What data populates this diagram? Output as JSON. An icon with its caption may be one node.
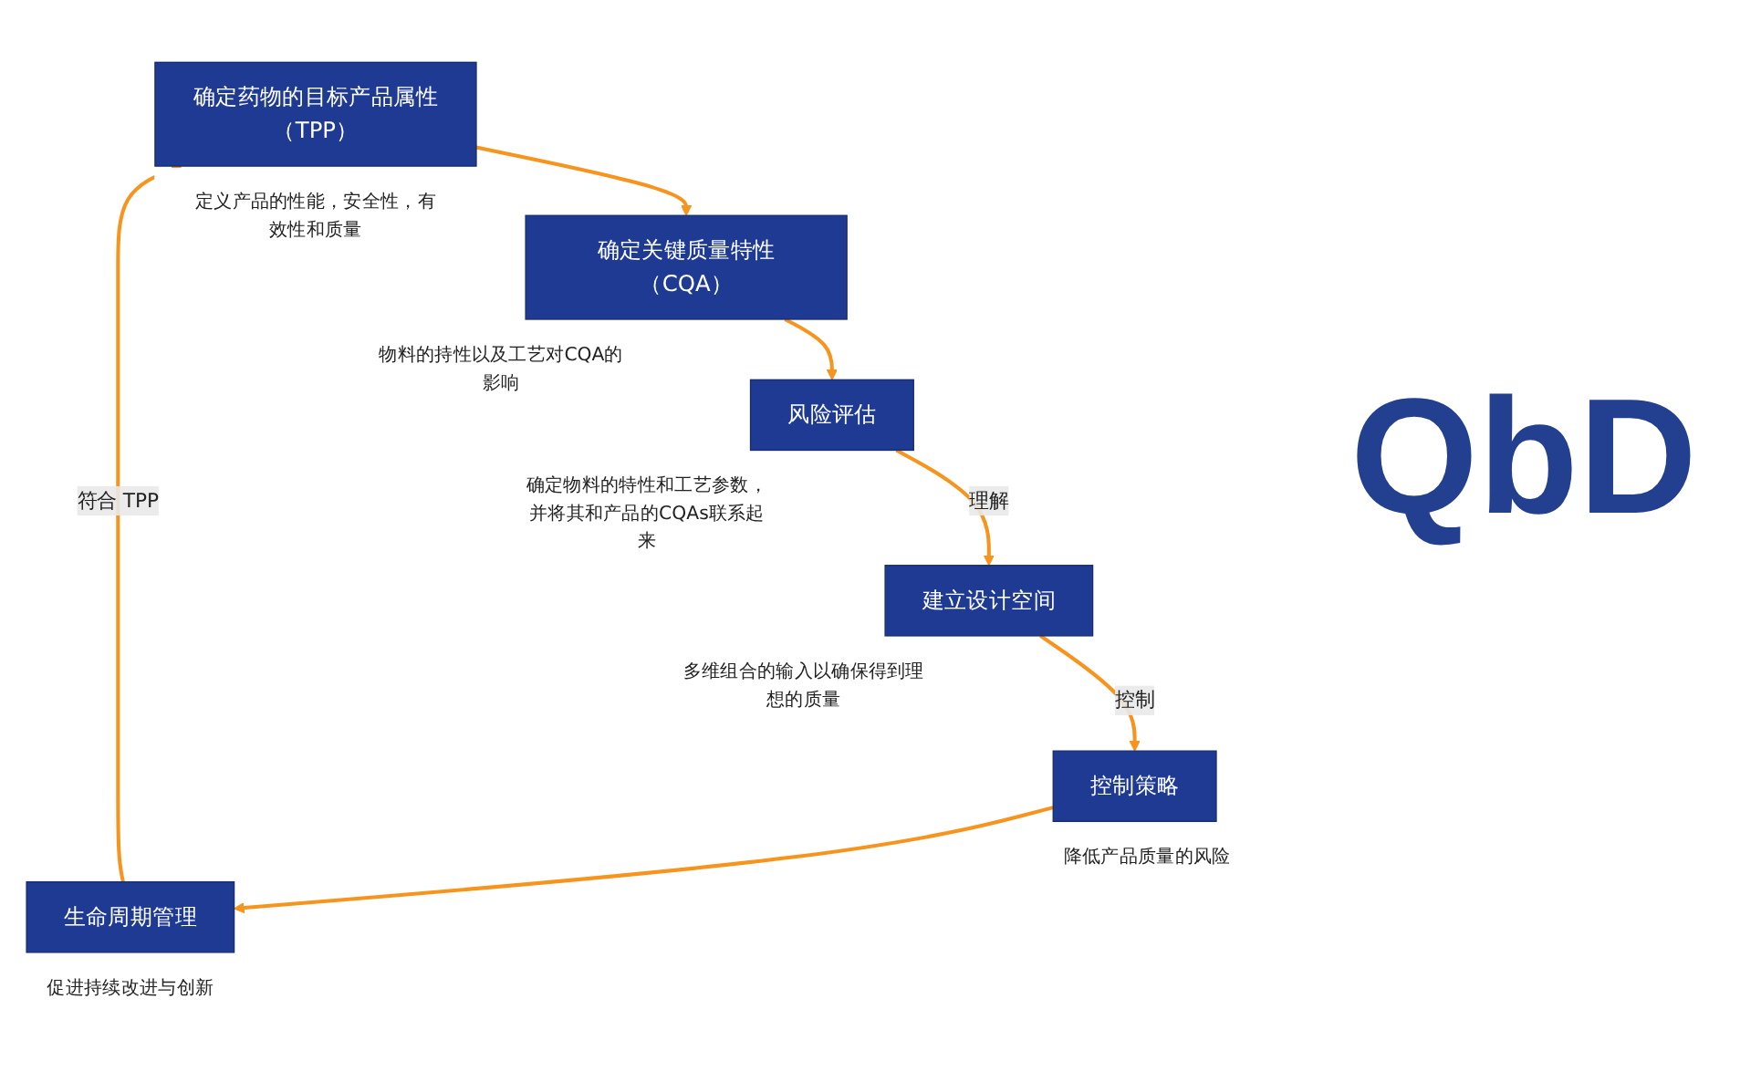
{
  "diagram": {
    "nodes": [
      {
        "text": [
          "确定药物的目标产品属性（TPP）"
        ],
        "beside": [
          "定义产品的性能，安全性，有效性和质量"
        ]
      },
      {
        "text": [
          "确定关键质量特性（CQA）"
        ],
        "beside": [
          "物料的持性以及工艺对CQA的影响"
        ]
      },
      {
        "text": [
          "风险评估"
        ],
        "beside": [
          "确定物料的特性和工艺参数，并将其和产品的CQAs联系起来"
        ]
      },
      {
        "text": [
          "建立设计空间"
        ],
        "beside": [
          "多维组合的输入以确保得到理想的质量"
        ]
      },
      {
        "text": [
          "控制策略"
        ],
        "beside": [
          "降低产品质量的风险"
        ]
      },
      {
        "text": [
          "生命周期管理"
        ],
        "beside": [
          "促进持续改进与创新"
        ]
      }
    ],
    "edges": [
      {
        "from": 0,
        "to": 1,
        "arrow": "to"
      },
      {
        "from": 1,
        "to": 2,
        "arrow": "to"
      },
      {
        "from": 2,
        "to": 3,
        "arrow": "to",
        "label": "理解"
      },
      {
        "from": 3,
        "to": 4,
        "arrow": "to",
        "label": "控制"
      },
      {
        "from": 4,
        "to": 5,
        "arrow": "to"
      },
      {
        "from": 5,
        "to": 0,
        "arrow": "to",
        "label": "符合 TPP"
      }
    ],
    "labels": [
      "QbD"
    ]
  }
}
